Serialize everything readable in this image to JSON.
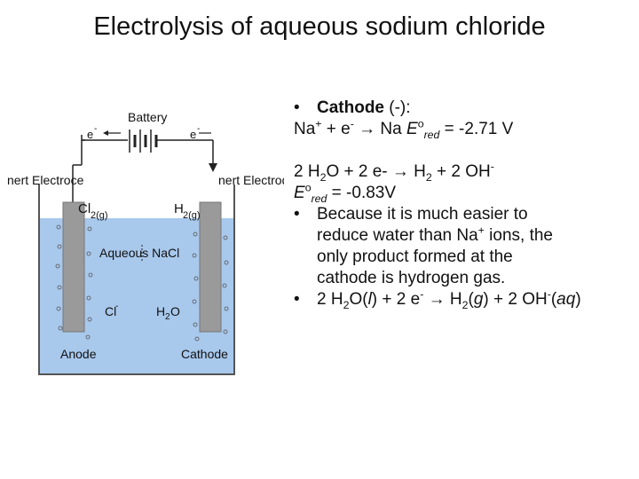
{
  "title": "Electrolysis of aqueous sodium chloride",
  "diagram": {
    "battery": "Battery",
    "electron_left": "e",
    "electron_left_sup": "-",
    "electron_right": "e",
    "electron_right_sup": "-",
    "inert_left": "nert Electroce",
    "inert_right": "nert Electrode",
    "cl2": "Cl",
    "cl2_sub": "2(g)",
    "h2": "H",
    "h2_sub": "2(g)",
    "solution": "Aqueous NaCl",
    "chloride": "Cl",
    "chloride_sup": "-",
    "water": "H",
    "water_sub": "2",
    "water_end": "O",
    "anode": "Anode",
    "cathode": "Cathode"
  },
  "text": {
    "bullet_symbol": "•",
    "cathode_heading": "Cathode",
    "cathode_sign": " (-):",
    "na_eq_1": "Na",
    "na_eq_plus": "+",
    "na_eq_2": " + e",
    "na_eq_minus": "-",
    "na_eq_3": " → Na   ",
    "na_eq_E": "E",
    "na_eq_o": "o",
    "na_eq_red": "red",
    "na_eq_val": " = -2.71 V",
    "water_eq_a": "2 H",
    "water_eq_b": "2",
    "water_eq_c": "O + 2 e- → H",
    "water_eq_d": "2",
    "water_eq_e": " + 2 OH",
    "water_eq_f": "-",
    "water_E": "E",
    "water_o": "o",
    "water_red": "red",
    "water_val": " = -0.83V",
    "because_1": "Because it is much easier to",
    "because_2": "reduce water than Na",
    "because_2_sup": "+",
    "because_2_end": " ions, the",
    "because_3": "only product formed at the",
    "because_4": "cathode is hydrogen gas.",
    "final_a": "2 H",
    "final_b": "2",
    "final_c": "O(",
    "final_l": "l",
    "final_d": ") + 2 e",
    "final_e": "-",
    "final_f": " → H",
    "final_g": "2",
    "final_h": "(",
    "final_gg": "g",
    "final_i": ") + 2 OH",
    "final_j": "-",
    "final_k": "(",
    "final_aq": "aq",
    "final_m": ")"
  },
  "colors": {
    "solution": "#a8c8ec",
    "electrode": "#9a9a9a",
    "container": "#555555"
  }
}
